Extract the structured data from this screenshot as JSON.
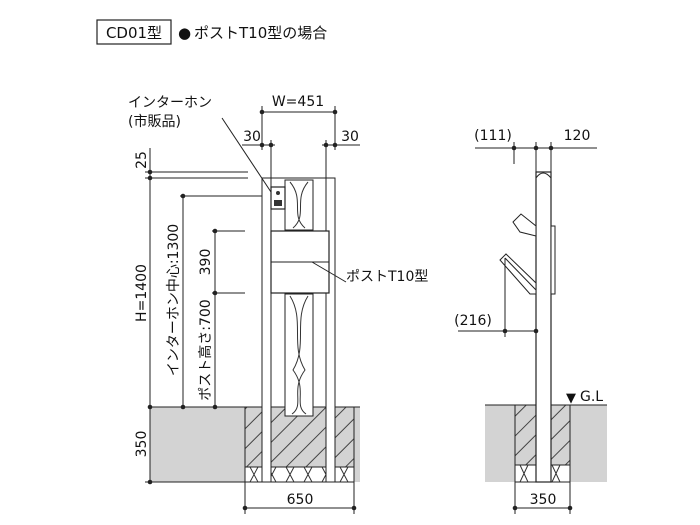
{
  "header": {
    "model_label": "CD01型",
    "bullet": "●",
    "subtitle": "ポストT10型の場合"
  },
  "front_view": {
    "intercom_label_line1": "インターホン",
    "intercom_label_line2": "(市販品)",
    "width_label": "W=451",
    "left_margin": "30",
    "right_margin": "30",
    "top_gap": "25",
    "height_label": "H=1400",
    "intercom_center_label": "インターホン中心:1300",
    "post_height_label": "ポスト高さ:700",
    "post_slot_label": "390",
    "post_model_label": "ポストT10型",
    "footing_depth_label": "350",
    "footing_width_label": "650"
  },
  "side_view": {
    "left_offset": "(111)",
    "right_offset": "120",
    "post_offset": "(216)",
    "ground_marker": "▼",
    "ground_label": "G.L",
    "footing_width_label": "350"
  },
  "colors": {
    "line": "#222222",
    "ground_fill": "#d3d3d3",
    "hatch": "#333333"
  }
}
